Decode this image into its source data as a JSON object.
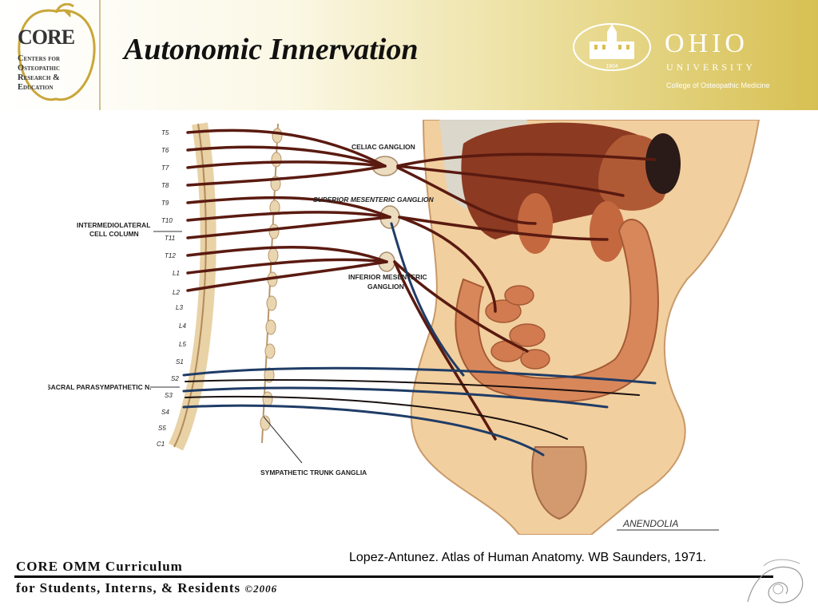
{
  "header": {
    "title": "Autonomic Innervation",
    "core_logo": {
      "word": "CORE",
      "lines": [
        "Centers for",
        "Osteopathic",
        "Research &",
        "Education"
      ]
    },
    "ohio": {
      "word": "OHIO",
      "sub": "UNIVERSITY",
      "college": "College of Osteopathic Medicine",
      "seal_year": "1804"
    }
  },
  "diagram": {
    "segments": [
      "T5",
      "T6",
      "T7",
      "T8",
      "T9",
      "T10",
      "T11",
      "T12",
      "L1",
      "L2",
      "L3",
      "L4",
      "L5",
      "S1",
      "S2",
      "S3",
      "S4",
      "S5",
      "C1"
    ],
    "labels": {
      "celiac": "CELIAC GANGLION",
      "superior_mesenteric": "SUPERIOR MESENTERIC GANGLION",
      "inferior_mesenteric_1": "INFERIOR MESENTERIC",
      "inferior_mesenteric_2": "GANGLION",
      "intermediolateral_1": "INTERMEDIOLATERAL",
      "intermediolateral_2": "CELL COLUMN",
      "sacral": "SACRAL PARASYMPATHETIC N.",
      "sympathetic_trunk": "SYMPATHETIC TRUNK GANGLIA"
    },
    "signature": "ANENDOLIA",
    "colors": {
      "sympathetic": "#5a1a10",
      "parasympathetic": "#1f3c66",
      "skin": "#f2cf9e",
      "organ": "#a84e2c",
      "trunk": "#e9d6b0"
    }
  },
  "citation": "Lopez-Antunez. Atlas of Human Anatomy. WB Saunders, 1971.",
  "footer": {
    "line1": "CORE OMM Curriculum",
    "line2": "for Students, Interns, & Residents",
    "copyright": "©2006"
  }
}
